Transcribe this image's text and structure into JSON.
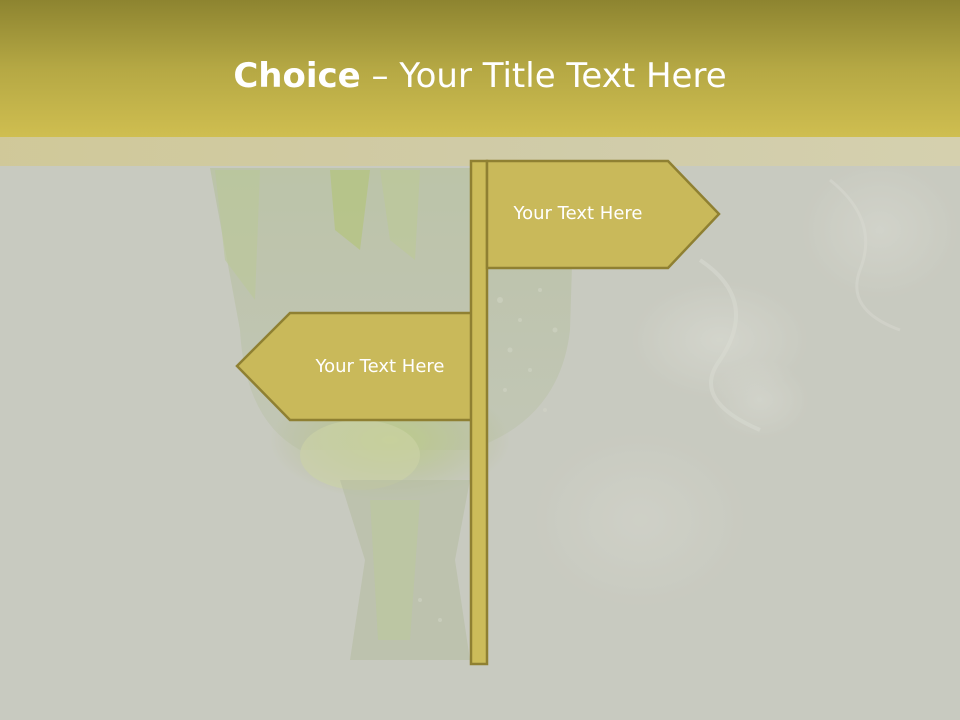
{
  "slide": {
    "title_bold": "Choice",
    "title_separator": " – ",
    "title_rest": "Your Title Text Here"
  },
  "signpost": {
    "right_sign_text": "Your Text Here",
    "left_sign_text": "Your Text Here"
  },
  "colors": {
    "title_bar": "#b5a844",
    "sign_fill": "#c9b95a",
    "sign_border": "#8f8032",
    "background": "#c9cac1"
  }
}
